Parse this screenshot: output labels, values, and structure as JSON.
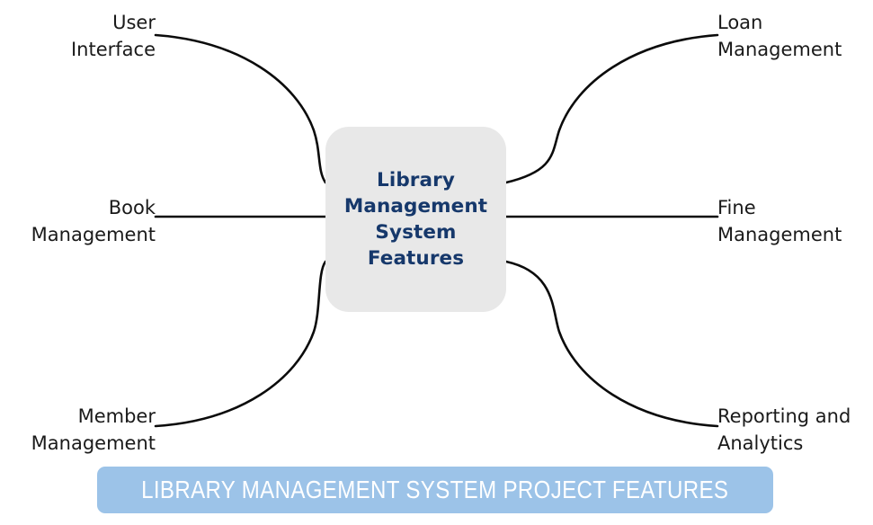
{
  "diagram": {
    "type": "mind-map",
    "center": {
      "label": "Library\nManagement\nSystem\nFeatures",
      "text_color": "#16386b",
      "fill_color": "#e8e8e8"
    },
    "branch_color": "#0b0b0b",
    "branches": [
      {
        "id": "user-interface",
        "label": "User\nInterface",
        "side": "left",
        "position": "top"
      },
      {
        "id": "book-management",
        "label": "Book\nManagement",
        "side": "left",
        "position": "middle"
      },
      {
        "id": "member-management",
        "label": "Member\nManagement",
        "side": "left",
        "position": "bottom"
      },
      {
        "id": "loan-management",
        "label": "Loan\nManagement",
        "side": "right",
        "position": "top"
      },
      {
        "id": "fine-management",
        "label": "Fine\nManagement",
        "side": "right",
        "position": "middle"
      },
      {
        "id": "reporting-analytics",
        "label": "Reporting and\nAnalytics",
        "side": "right",
        "position": "bottom"
      }
    ]
  },
  "banner": {
    "title": "LIBRARY MANAGEMENT SYSTEM PROJECT FEATURES",
    "fill_color": "#9cc3e8",
    "text_color": "#ffffff"
  }
}
